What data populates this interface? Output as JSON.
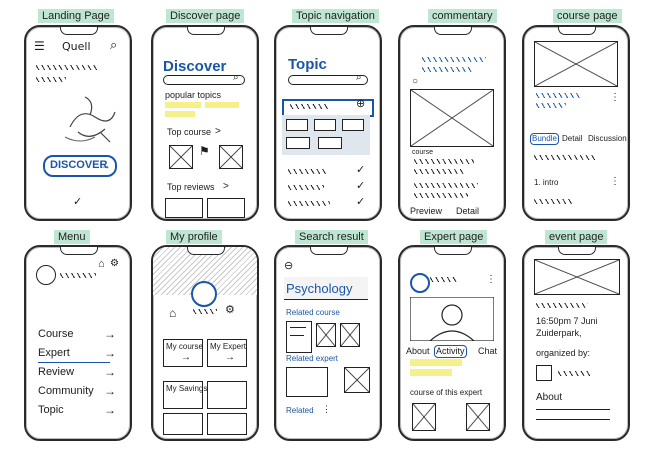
{
  "labels": [
    "Landing Page",
    "Discover page",
    "Topic navigation",
    "commentary",
    "course page",
    "Menu",
    "My profile",
    "Search result",
    "Expert page",
    "event page"
  ],
  "landing": {
    "logo": "Quell",
    "cta": "DISCOVER",
    "cta_arrow": "→"
  },
  "discover": {
    "title": "Discover",
    "popular": "popular topics",
    "top_course": "Top course",
    "top_reviews": "Top reviews",
    "chev": ">"
  },
  "topic": {
    "title": "Topic"
  },
  "commentary": {
    "course": "course",
    "preview": "Preview",
    "detail": "Detail"
  },
  "course": {
    "tab_bundle": "Bundle",
    "tab_detail": "Detail",
    "tab_discussion": "Discussion",
    "item1": "1. intro"
  },
  "menu": {
    "items": [
      "Course",
      "Expert",
      "Review",
      "Community",
      "Topic"
    ],
    "arrow": "→"
  },
  "profile": {
    "tiles": [
      "My course",
      "My Expert",
      "My Savings"
    ],
    "arrow": "→"
  },
  "search": {
    "query": "Psychology",
    "related_course": "Related course",
    "related_expert": "Related expert",
    "related": "Related"
  },
  "expert": {
    "tab_about": "About",
    "tab_activity": "Activity",
    "tab_chat": "Chat",
    "course_of": "course of this expert"
  },
  "event": {
    "time": "16:50pm  7 Juni",
    "place": "Zuiderpark,",
    "organized": "organized by:",
    "about": "About"
  }
}
